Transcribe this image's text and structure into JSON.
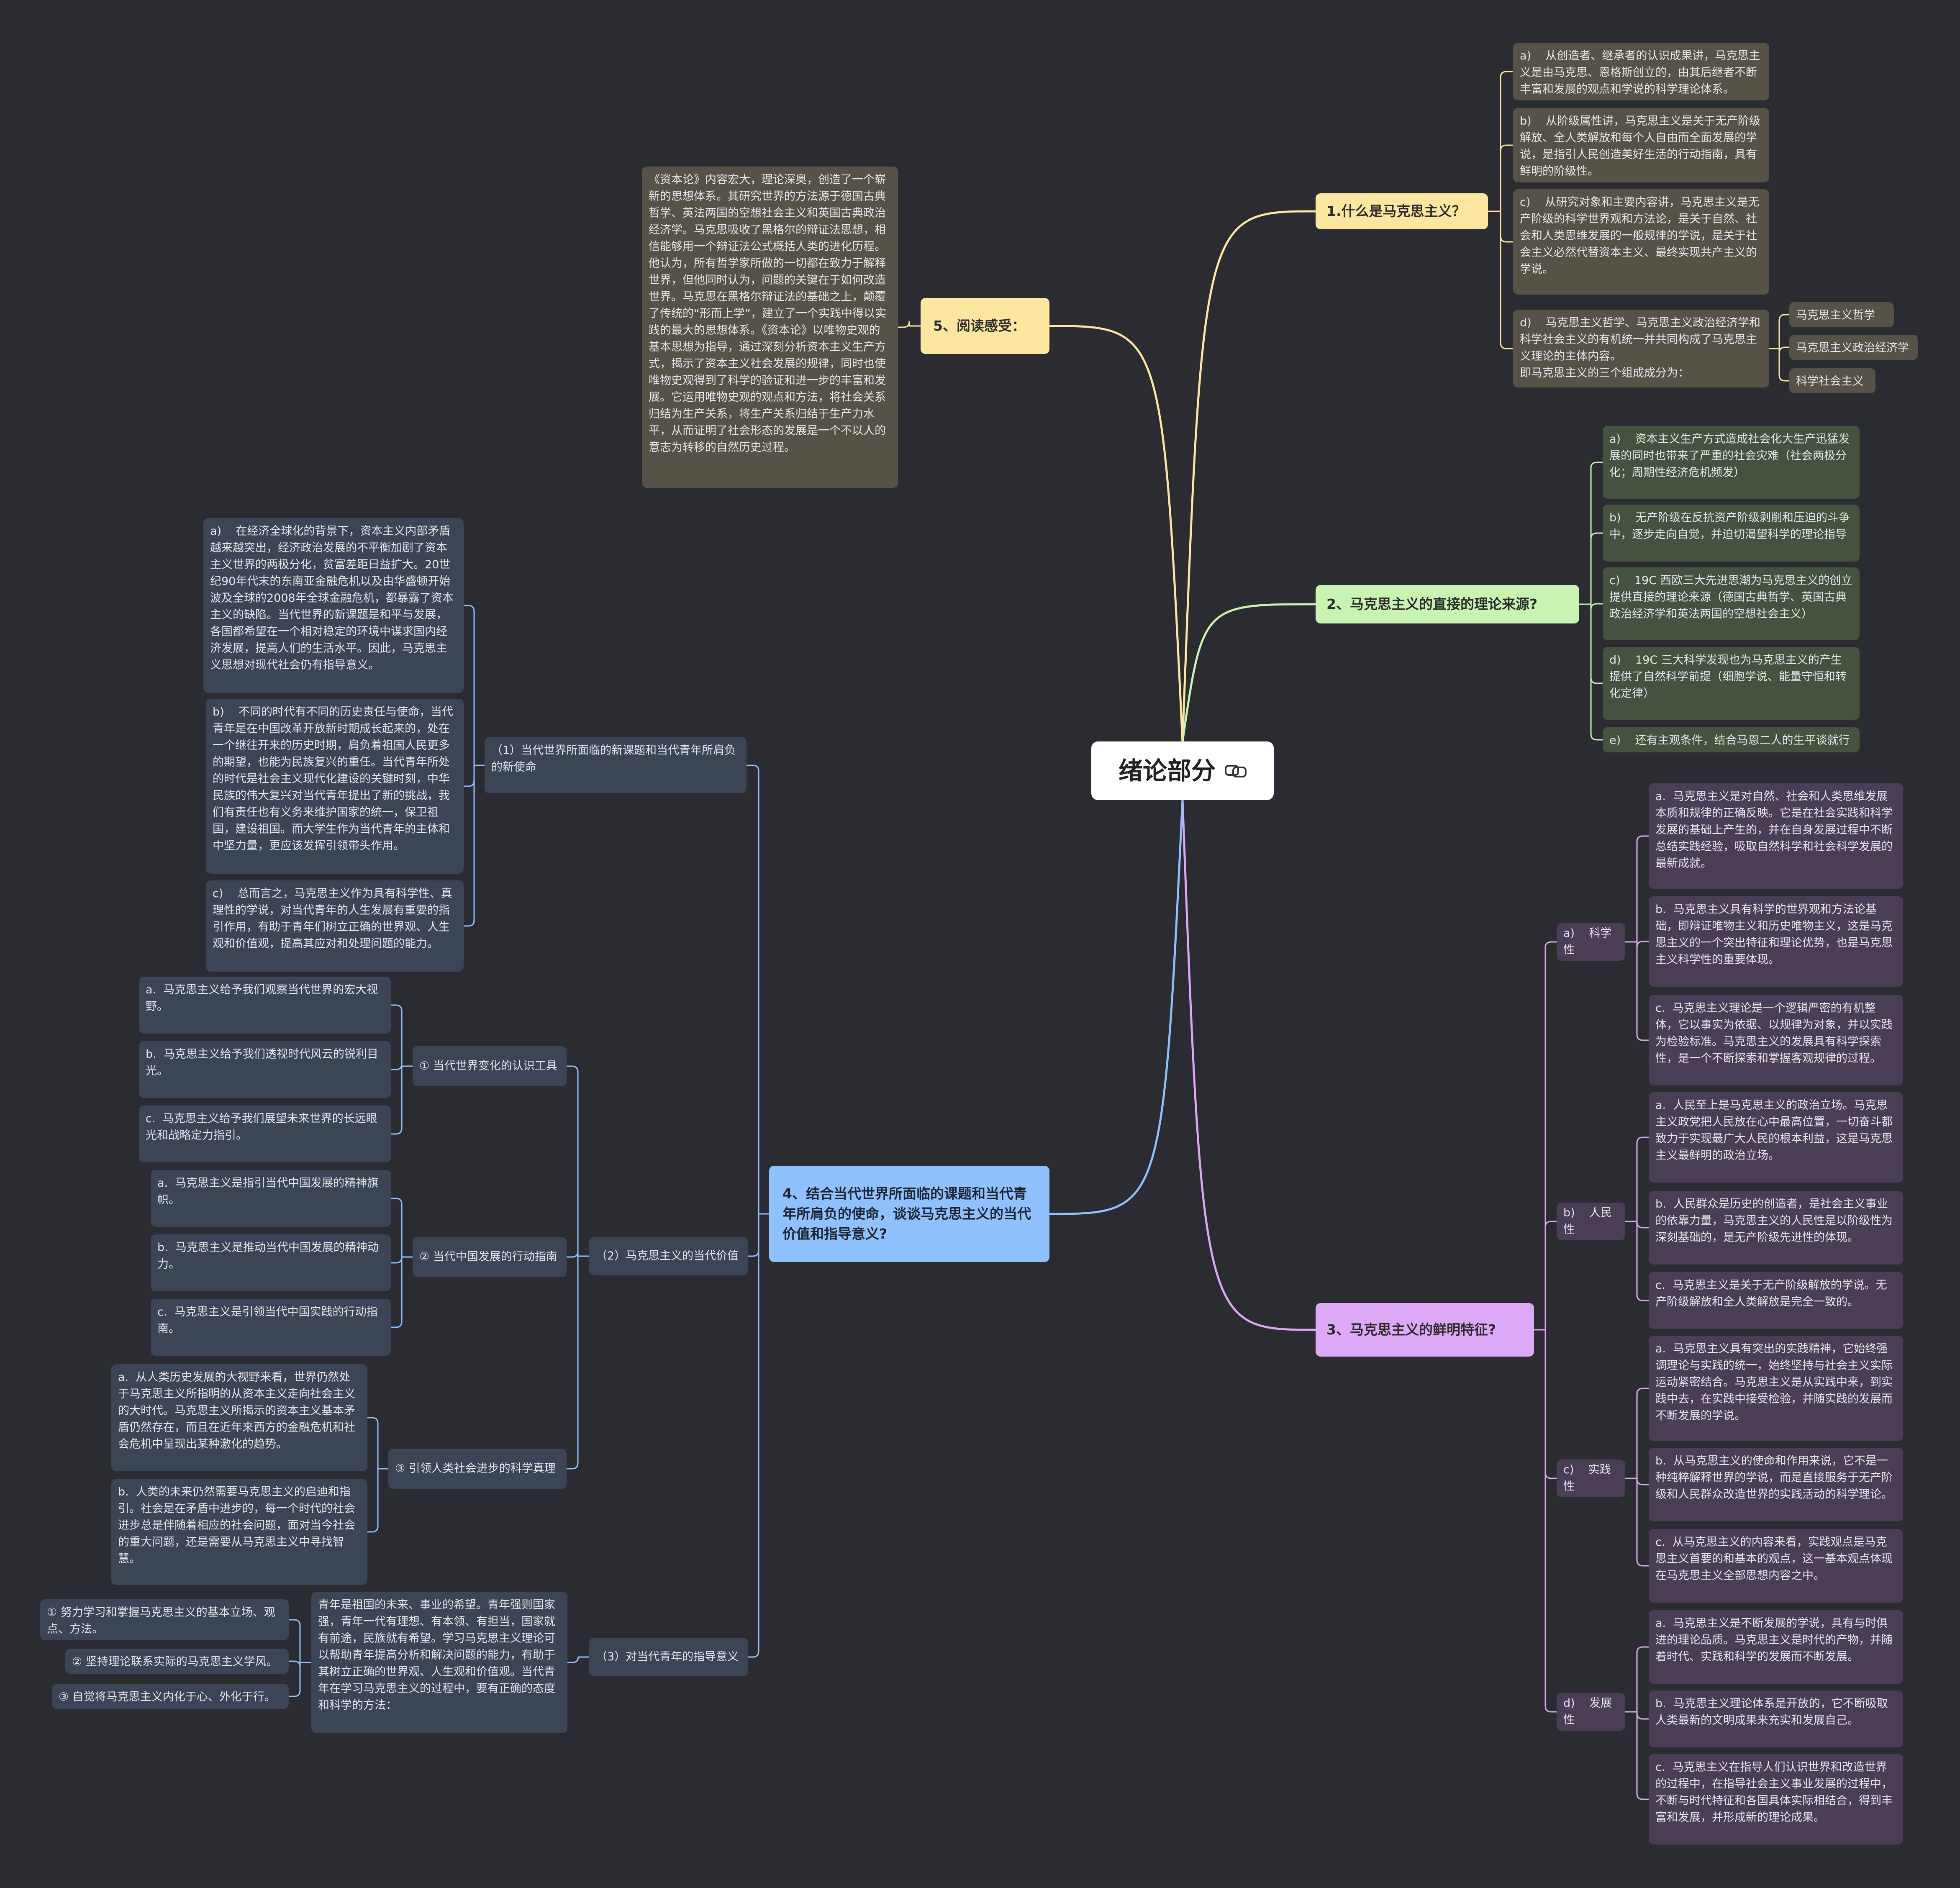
{
  "root": {
    "label": "绪论部分"
  },
  "colors": {
    "background": "#2b2c31",
    "branch1": "#fde7a0",
    "branch2": "#c9f3b2",
    "branch3": "#dda8f5",
    "branch4": "#8fc1ff",
    "branch5": "#fde7a0"
  },
  "branches": {
    "b1": {
      "title": "1.什么是马克思主义？",
      "items": [
        "a)    从创造者、继承者的认识成果讲，马克思主义是由马克思、恩格斯创立的，由其后继者不断丰富和发展的观点和学说的科学理论体系。",
        "b)    从阶级属性讲，马克思主义是关于无产阶级解放、全人类解放和每个人自由而全面发展的学说，是指引人民创造美好生活的行动指南，具有鲜明的阶级性。",
        "c)    从研究对象和主要内容讲，马克思主义是无产阶级的科学世界观和方法论，是关于自然、社会和人类思维发展的一般规律的学说，是关于社会主义必然代替资本主义、最终实现共产主义的学说。",
        "d)    马克思主义哲学、马克思主义政治经济学和科学社会主义的有机统一并共同构成了马克思主义理论的主体内容。\n即马克思主义的三个组成成分为："
      ],
      "components": [
        "马克思主义哲学",
        "马克思主义政治经济学",
        "科学社会主义"
      ]
    },
    "b2": {
      "title": "2、马克思主义的直接的理论来源?",
      "items": [
        "a)    资本主义生产方式造成社会化大生产迅猛发展的同时也带来了严重的社会灾难（社会两极分化；周期性经济危机频发）",
        "b)    无产阶级在反抗资产阶级剥削和压迫的斗争中，逐步走向自觉，并迫切渴望科学的理论指导",
        "c)    19C 西欧三大先进思潮为马克思主义的创立提供直接的理论来源（德国古典哲学、英国古典政治经济学和英法两国的空想社会主义）",
        "d)    19C 三大科学发现也为马克思主义的产生提供了自然科学前提（细胞学说、能量守恒和转化定律）",
        "e)    还有主观条件，结合马恩二人的生平谈就行"
      ]
    },
    "b3": {
      "title": "3、马克思主义的鲜明特征?",
      "groups": [
        {
          "label": "a)    科学性",
          "items": [
            "a.  马克思主义是对自然、社会和人类思维发展本质和规律的正确反映。它是在社会实践和科学发展的基础上产生的，并在自身发展过程中不断总结实践经验，吸取自然科学和社会科学发展的最新成就。",
            "b.  马克思主义具有科学的世界观和方法论基础，即辩证唯物主义和历史唯物主义，这是马克思主义的一个突出特征和理论优势，也是马克思主义科学性的重要体现。",
            "c.  马克思主义理论是一个逻辑严密的有机整体，它以事实为依据、以规律为对象，并以实践为检验标准。马克思主义的发展具有科学探索性，是一个不断探索和掌握客观规律的过程。"
          ]
        },
        {
          "label": "b)    人民性",
          "items": [
            "a.  人民至上是马克思主义的政治立场。马克思主义政党把人民放在心中最高位置，一切奋斗都致力于实现最广大人民的根本利益，这是马克思主义最鲜明的政治立场。",
            "b.  人民群众是历史的创造者，是社会主义事业的依靠力量，马克思主义的人民性是以阶级性为深刻基础的，是无产阶级先进性的体现。",
            "c.  马克思主义是关于无产阶级解放的学说。无产阶级解放和全人类解放是完全一致的。"
          ]
        },
        {
          "label": "c)    实践性",
          "items": [
            "a.  马克思主义具有突出的实践精神，它始终强调理论与实践的统一，始终坚持与社会主义实际运动紧密结合。马克思主义是从实践中来，到实践中去，在实践中接受检验，并随实践的发展而不断发展的学说。",
            "b.  从马克思主义的使命和作用来说，它不是一种纯粹解释世界的学说，而是直接服务于无产阶级和人民群众改造世界的实践活动的科学理论。",
            "c.  从马克思主义的内容来看，实践观点是马克思主义首要的和基本的观点，这一基本观点体现在马克思主义全部思想内容之中。"
          ]
        },
        {
          "label": "d)    发展性",
          "items": [
            "a.  马克思主义是不断发展的学说，具有与时俱进的理论品质。马克思主义是时代的产物，并随着时代、实践和科学的发展而不断发展。",
            "b.  马克思主义理论体系是开放的，它不断吸取人类最新的文明成果来充实和发展自己。",
            "c.  马克思主义在指导人们认识世界和改造世界的过程中，在指导社会主义事业发展的过程中，不断与时代特征和各国具体实际相结合，得到丰富和发展，并形成新的理论成果。"
          ]
        }
      ]
    },
    "b4": {
      "title": "4、结合当代世界所面临的课题和当代青年所肩负的使命，谈谈马克思主义的当代价值和指导意义?",
      "s1": {
        "label": "（1）当代世界所面临的新课题和当代青年所肩负的新使命",
        "items": [
          "a)    在经济全球化的背景下，资本主义内部矛盾越来越突出，经济政治发展的不平衡加剧了资本主义世界的两极分化，贫富差距日益扩大。20世纪90年代末的东南亚金融危机以及由华盛顿开始波及全球的2008年全球金融危机，都暴露了资本主义的缺陷。当代世界的新课题是和平与发展，各国都希望在一个相对稳定的环境中谋求国内经济发展，提高人们的生活水平。因此，马克思主义思想对现代社会仍有指导意义。",
          "b)    不同的时代有不同的历史责任与使命，当代青年是在中国改革开放新时期成长起来的，处在一个继往开来的历史时期，肩负着祖国人民更多的期望，也能为民族复兴的重任。当代青年所处的时代是社会主义现代化建设的关键时刻，中华民族的伟大复兴对当代青年提出了新的挑战，我们有责任也有义务来维护国家的统一，保卫祖国，建设祖国。而大学生作为当代青年的主体和中坚力量，更应该发挥引领带头作用。",
          "c)    总而言之，马克思主义作为具有科学性、真理性的学说，对当代青年的人生发展有重要的指引作用，有助于青年们树立正确的世界观、人生观和价值观，提高其应对和处理问题的能力。"
        ]
      },
      "s2": {
        "label": "（2）马克思主义的当代价值",
        "groups": [
          {
            "label": "① 当代世界变化的认识工具",
            "items": [
              "a.  马克思主义给予我们观察当代世界的宏大视野。",
              "b.  马克思主义给予我们透视时代风云的锐利目光。",
              "c.  马克思主义给予我们展望未来世界的长远眼光和战略定力指引。"
            ]
          },
          {
            "label": "② 当代中国发展的行动指南",
            "items": [
              "a.  马克思主义是指引当代中国发展的精神旗帜。",
              "b.  马克思主义是推动当代中国发展的精神动力。",
              "c.  马克思主义是引领当代中国实践的行动指南。"
            ]
          },
          {
            "label": "③ 引领人类社会进步的科学真理",
            "items": [
              "a.  从人类历史发展的大视野来看，世界仍然处于马克思主义所指明的从资本主义走向社会主义的大时代。马克思主义所揭示的资本主义基本矛盾仍然存在，而且在近年来西方的金融危机和社会危机中呈现出某种激化的趋势。",
              "b.  人类的未来仍然需要马克思主义的启迪和指引。社会是在矛盾中进步的，每一个时代的社会进步总是伴随着相应的社会问题，面对当今社会的重大问题，还是需要从马克思主义中寻找智慧。"
            ]
          }
        ]
      },
      "s3": {
        "label": "（3）对当代青年的指导意义",
        "text": "青年是祖国的未来、事业的希望。青年强则国家强，青年一代有理想、有本领、有担当，国家就有前途，民族就有希望。学习马克思主义理论可以帮助青年提高分析和解决问题的能力，有助于其树立正确的世界观、人生观和价值观。当代青年在学习马克思主义的过程中，要有正确的态度和科学的方法：",
        "methods": [
          "① 努力学习和掌握马克思主义的基本立场、观点、方法。",
          "② 坚持理论联系实际的马克思主义学风。",
          "③ 自觉将马克思主义内化于心、外化于行。"
        ]
      }
    },
    "b5": {
      "title": "5、阅读感受：",
      "text": "《资本论》内容宏大，理论深奥，创造了一个崭新的思想体系。其研究世界的方法源于德国古典哲学、英法两国的空想社会主义和英国古典政治经济学。马克思吸收了黑格尔的辩证法思想，相信能够用一个辩证法公式概括人类的进化历程。他认为，所有哲学家所做的一切都在致力于解释世界，但他同时认为，问题的关键在于如何改造世界。马克思在黑格尔辩证法的基础之上，颠覆了传统的“形而上学”，建立了一个实践中得以实践的最大的思想体系。《资本论》以唯物史观的基本思想为指导，通过深刻分析资本主义生产方式，揭示了资本主义社会发展的规律，同时也使唯物史观得到了科学的验证和进一步的丰富和发展。它运用唯物史观的观点和方法，将社会关系归结为生产关系，将生产关系归结于生产力水平，从而证明了社会形态的发展是一个不以人的意志为转移的自然历史过程。"
    }
  }
}
